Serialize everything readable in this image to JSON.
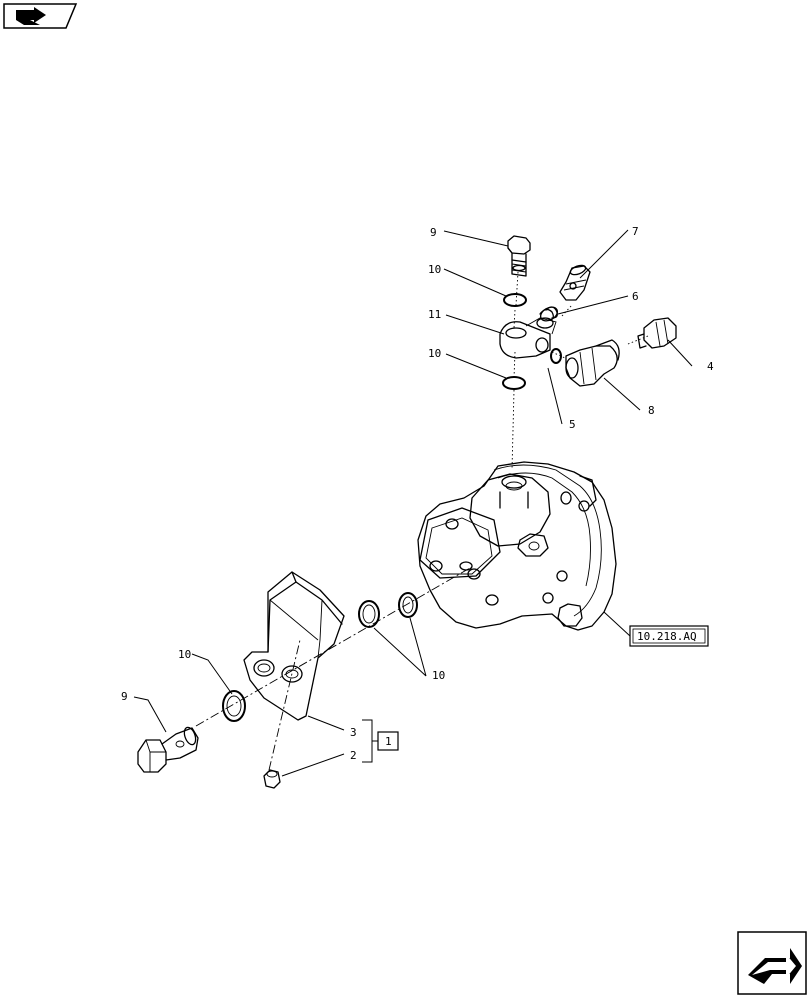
{
  "callouts": {
    "c9_top": "9",
    "c10_top": "10",
    "c11": "11",
    "c10_mid": "10",
    "c7": "7",
    "c6": "6",
    "c4": "4",
    "c5": "5",
    "c8": "8",
    "c10_left": "10",
    "c9_left": "9",
    "c10_pair": "10",
    "c3": "3",
    "c2": "2"
  },
  "group_ref": "1",
  "section_ref": "10.218.AQ",
  "icons": {
    "top_left": "previous-page-arrow-icon",
    "bottom_right": "next-page-arrow-icon"
  }
}
